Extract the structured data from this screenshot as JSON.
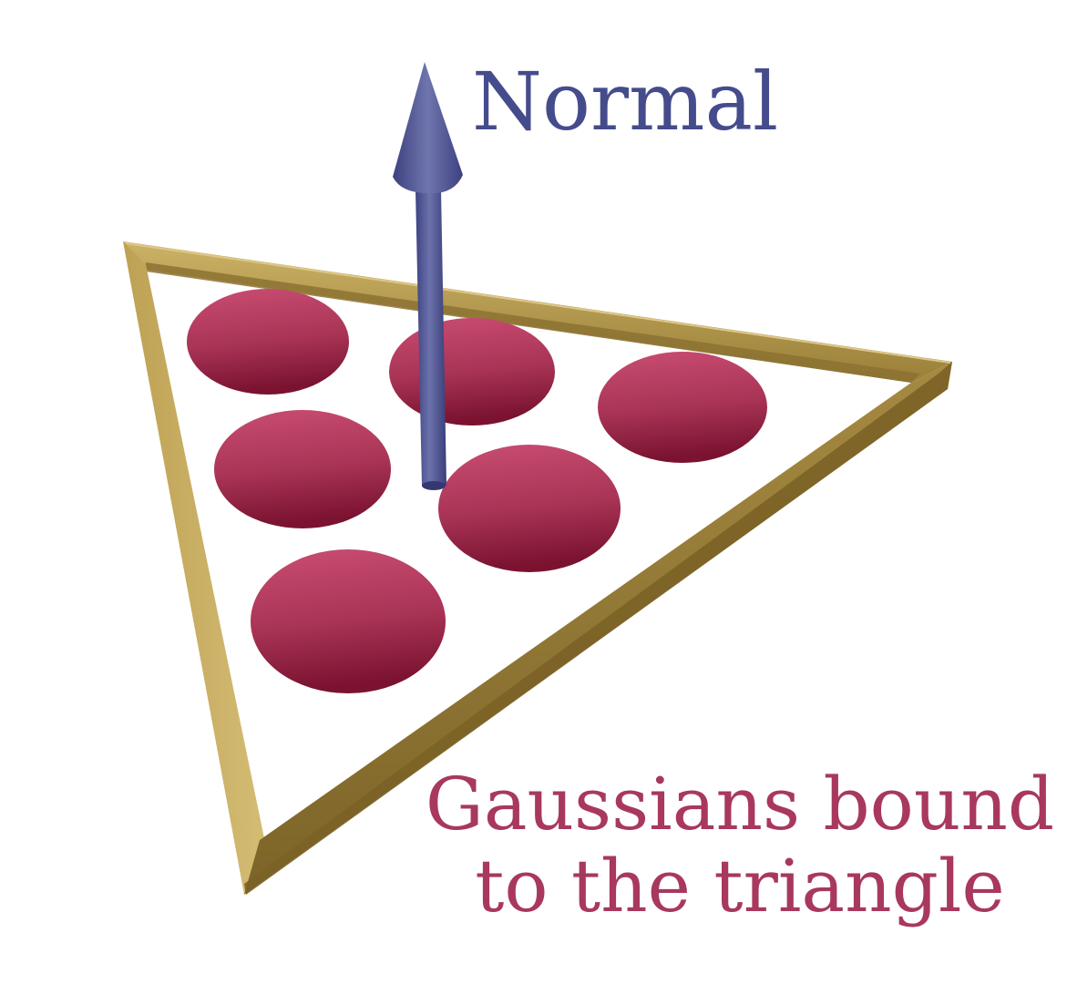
{
  "colors": {
    "frame_light": "#c7ac5c",
    "frame_mid": "#a88c43",
    "frame_dark": "#7d6528",
    "gaussian_light": "#c74a6e",
    "gaussian_dark": "#7f1433",
    "arrow_light": "#6a6fa8",
    "arrow_dark": "#3d4180",
    "normal_text": "#454c8c",
    "gaussians_text": "#a8385e"
  },
  "labels": {
    "normal": "Normal",
    "gaussians_line1": "Gaussians bound",
    "gaussians_line2": "to the triangle"
  },
  "gaussian_count": 6
}
